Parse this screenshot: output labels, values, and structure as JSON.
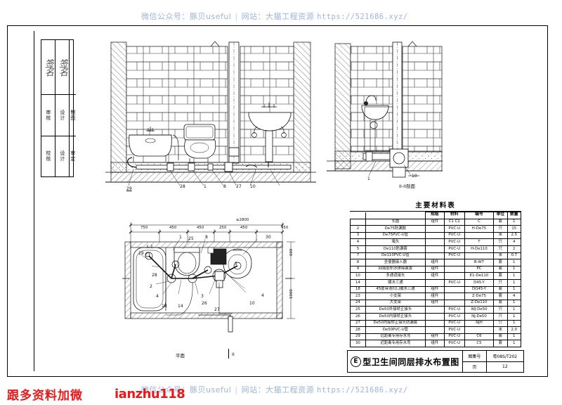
{
  "watermark": {
    "wechat_label": "微信公众号：",
    "wechat_name": "豚贝useful",
    "site_label": "网站：",
    "site_name": "大猫工程资源",
    "url": "https://521686.xyz/",
    "separator": "|",
    "red_left": "跟多资料加微",
    "red_mid": "ianzhu118"
  },
  "side_strip": {
    "signature_1": "签名",
    "signature_2": "签名",
    "cells": [
      "审核",
      "设计",
      "制图",
      "校核",
      "设计",
      "审定"
    ]
  },
  "views": {
    "section_1": {
      "caption": "",
      "leaders": [
        "29",
        "28",
        "1",
        "8",
        "27",
        "10"
      ]
    },
    "section_2": {
      "caption": "II-II剖面",
      "leaders": [
        "1",
        "10"
      ]
    },
    "plan": {
      "caption": "平面",
      "section_mark": "II",
      "dim_total": "≥2800",
      "dims_h": [
        "750",
        "450",
        "450",
        "250",
        "450",
        "450"
      ],
      "dims_v": [
        "600",
        "1000"
      ],
      "leaders": [
        "1",
        "25",
        "8",
        "30",
        "29",
        "28",
        "2",
        "5",
        "4",
        "18",
        "14",
        "3",
        "26",
        "27",
        "10",
        "4"
      ]
    }
  },
  "materials": {
    "title": "主要材料表",
    "headers": [
      "",
      "",
      "规格",
      "材料",
      "编号",
      "单位",
      "数量"
    ],
    "rows": [
      {
        "idx": "",
        "name": "长圆",
        "spec": "组件",
        "mat": "C1 C2",
        "code": "C",
        "unit": "套",
        "qty": "1"
      },
      {
        "idx": "2",
        "name": "De75防漏胶",
        "spec": "",
        "mat": "PVC-U",
        "code": "H-De75",
        "unit": "只",
        "qty": "15"
      },
      {
        "idx": "3",
        "name": "De75PVC-U管",
        "spec": "",
        "mat": "PVC-U",
        "code": "",
        "unit": "米",
        "qty": "2.5"
      },
      {
        "idx": "4",
        "name": "堵头",
        "spec": "",
        "mat": "PVC-U",
        "code": "T",
        "unit": "只",
        "qty": "4"
      },
      {
        "idx": "5",
        "name": "De110防漏套",
        "spec": "",
        "mat": "PVC-U",
        "code": "H-De110",
        "unit": "只",
        "qty": "2"
      },
      {
        "idx": "7",
        "name": "De110PVC-U管",
        "spec": "",
        "mat": "PVC-U",
        "code": "",
        "unit": "米",
        "qty": "0.7"
      },
      {
        "idx": "8",
        "name": "坐便器接入器",
        "spec": "组件",
        "mat": "",
        "code": "B-WT",
        "unit": "套",
        "qty": "1"
      },
      {
        "idx": "9",
        "name": "回填层积水排除装置",
        "spec": "组件",
        "mat": "",
        "code": "PC",
        "unit": "套",
        "qty": "1"
      },
      {
        "idx": "10",
        "name": "多通道接头",
        "spec": "组件",
        "mat": "",
        "code": "E1-De110",
        "unit": "套",
        "qty": "1"
      },
      {
        "idx": "14",
        "name": "顺水三通",
        "spec": "",
        "mat": "PVC-U",
        "code": "D45-Y",
        "unit": "只",
        "qty": "1"
      },
      {
        "idx": "18",
        "name": "45度带清扫口顺水三通",
        "spec": "组件",
        "mat": "",
        "code": "DQ45-Y",
        "unit": "套",
        "qty": "1"
      },
      {
        "idx": "23",
        "name": "小支架",
        "spec": "组件",
        "mat": "",
        "code": "Z-De75",
        "unit": "套",
        "qty": "4"
      },
      {
        "idx": "24",
        "name": "大支架",
        "spec": "组件",
        "mat": "",
        "code": "Z-De110",
        "unit": "套",
        "qty": "1"
      },
      {
        "idx": "25",
        "name": "De50外接矫正接头",
        "spec": "",
        "mat": "PVC-U",
        "code": "WJ-De50",
        "unit": "只",
        "qty": "1"
      },
      {
        "idx": "26",
        "name": "De50内接矫正接头",
        "spec": "",
        "mat": "PVC-U",
        "code": "NJ-De50",
        "unit": "只",
        "qty": "1"
      },
      {
        "idx": "27",
        "name": "De50内接矫正接头防漏套",
        "spec": "",
        "mat": "PVC-U",
        "code": "NJH",
        "unit": "只",
        "qty": "1"
      },
      {
        "idx": "28",
        "name": "De50PVC-U管",
        "spec": "",
        "mat": "PVC-U",
        "code": "",
        "unit": "米",
        "qty": "2.0"
      },
      {
        "idx": "29",
        "name": "远距离专用存水弯",
        "spec": "组件",
        "mat": "PVC-U",
        "code": "C6",
        "unit": "套",
        "qty": "1"
      },
      {
        "idx": "30",
        "name": "近距离专用存水弯",
        "spec": "组件",
        "mat": "PVC-U",
        "code": "C5",
        "unit": "套",
        "qty": "1"
      }
    ]
  },
  "title_block": {
    "mark": "E",
    "title": "型卫生间同层排水布置图",
    "atlas_label": "图集号",
    "atlas_value": "粤08S/T202",
    "page_label": "页",
    "page_value": "12"
  }
}
